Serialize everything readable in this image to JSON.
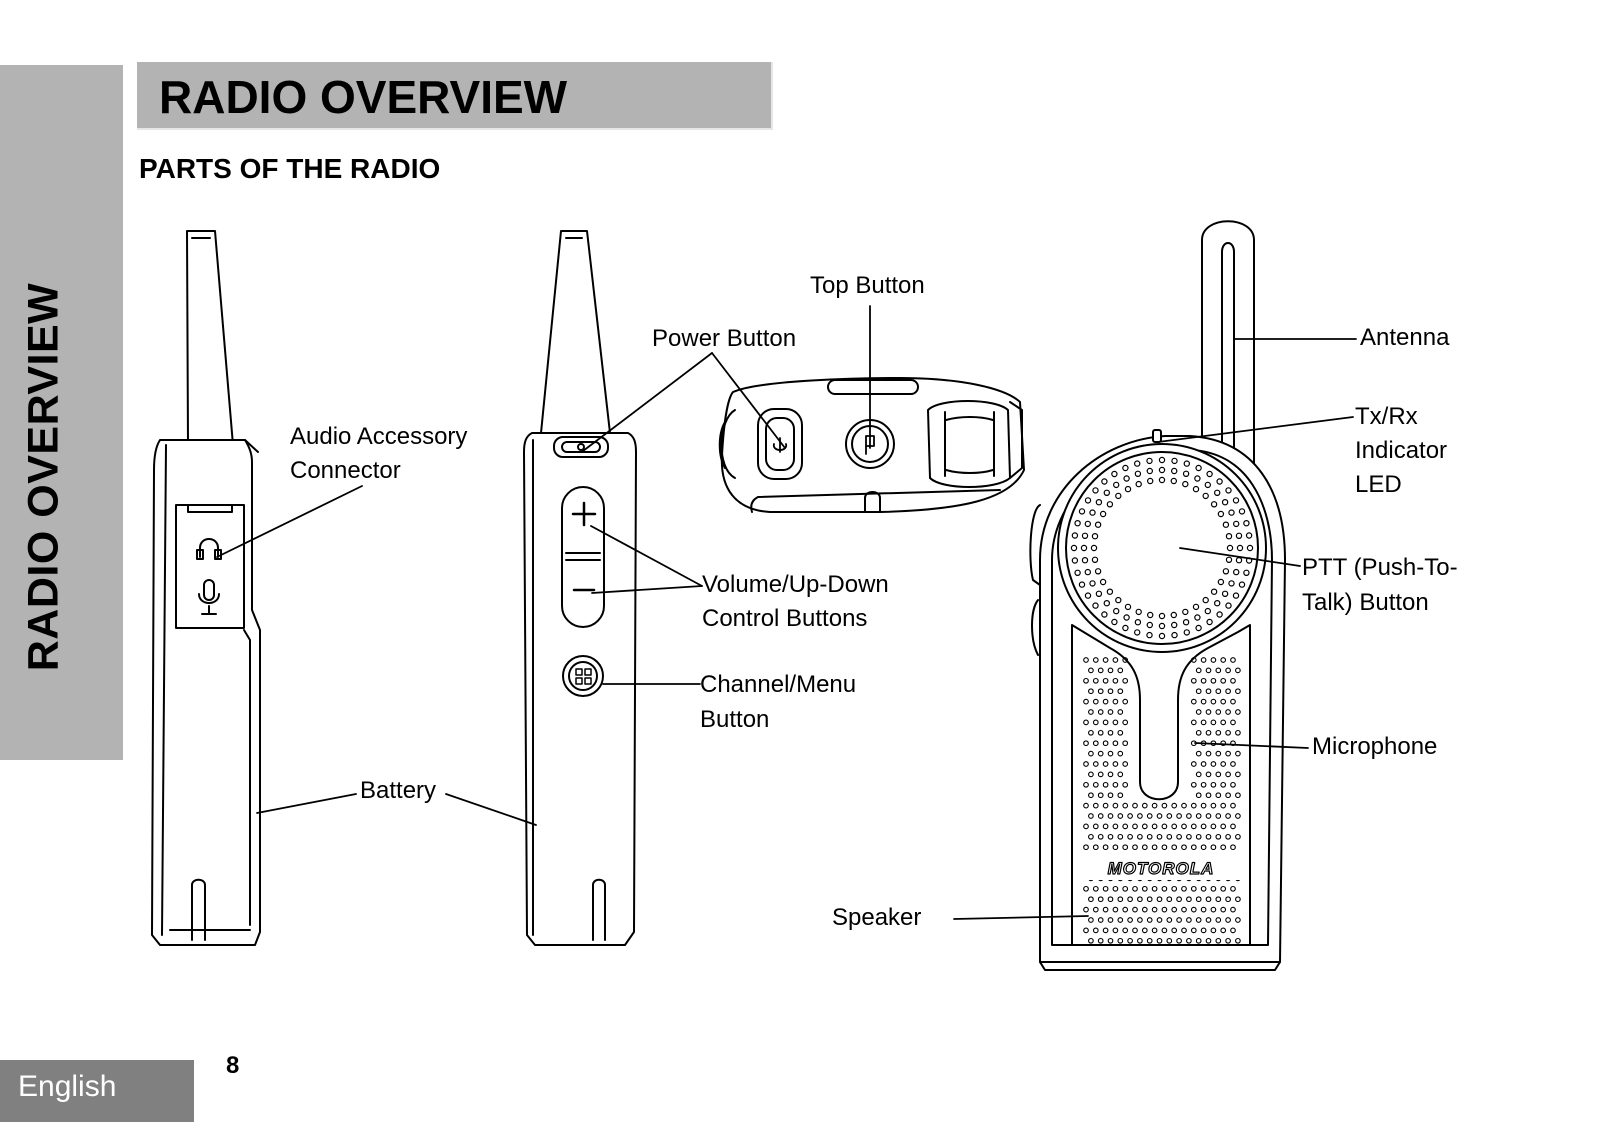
{
  "side_tab": {
    "text": "RADIO OVERVIEW"
  },
  "header": {
    "title": "RADIO OVERVIEW",
    "subtitle": "PARTS OF THE RADIO"
  },
  "diagram": {
    "brand": "MOTOROLA",
    "labels": {
      "audio_connector": [
        "Audio Accessory",
        "Connector"
      ],
      "battery": "Battery",
      "power_button": "Power Button",
      "top_button": "Top Button",
      "volume": [
        "Volume/Up-Down",
        "Control Buttons"
      ],
      "channel_menu": [
        "Channel/Menu",
        "Button"
      ],
      "antenna": "Antenna",
      "txrx": [
        "Tx/Rx",
        "Indicator",
        "LED"
      ],
      "ptt": [
        "PTT (Push-To-",
        "Talk) Button"
      ],
      "microphone": "Microphone",
      "speaker": "Speaker"
    }
  },
  "footer": {
    "language": "English",
    "page_number": "8"
  }
}
